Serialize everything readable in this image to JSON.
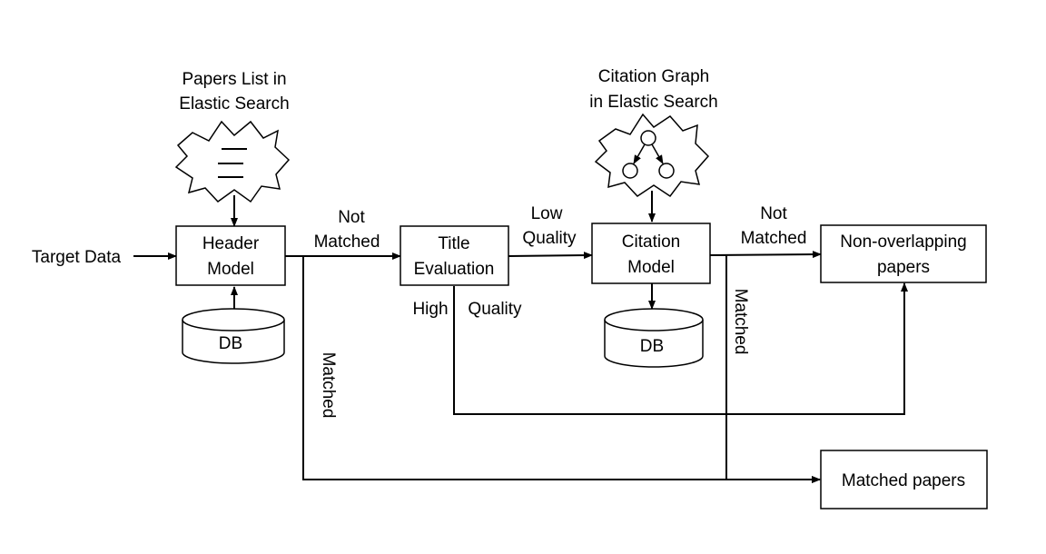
{
  "sources": {
    "papers_list": {
      "line1": "Papers List in",
      "line2": "Elastic Search"
    },
    "citation_graph": {
      "line1": "Citation Graph",
      "line2": "in Elastic Search"
    }
  },
  "input": {
    "label": "Target Data"
  },
  "boxes": {
    "header_model": {
      "line1": "Header",
      "line2": "Model"
    },
    "title_evaluation": {
      "line1": "Title",
      "line2": "Evaluation"
    },
    "citation_model": {
      "line1": "Citation",
      "line2": "Model"
    },
    "non_overlapping": {
      "line1": "Non-overlapping",
      "line2": "papers"
    },
    "matched_papers": {
      "label": "Matched papers"
    }
  },
  "databases": {
    "db1": {
      "label": "DB"
    },
    "db2": {
      "label": "DB"
    }
  },
  "edge_labels": {
    "not_matched_1": {
      "line1": "Not",
      "line2": "Matched"
    },
    "low_quality": {
      "line1": "Low",
      "line2": "Quality"
    },
    "not_matched_2": {
      "line1": "Not",
      "line2": "Matched"
    },
    "high": "High",
    "quality": "Quality",
    "matched_1": "Matched",
    "matched_2": "Matched"
  }
}
